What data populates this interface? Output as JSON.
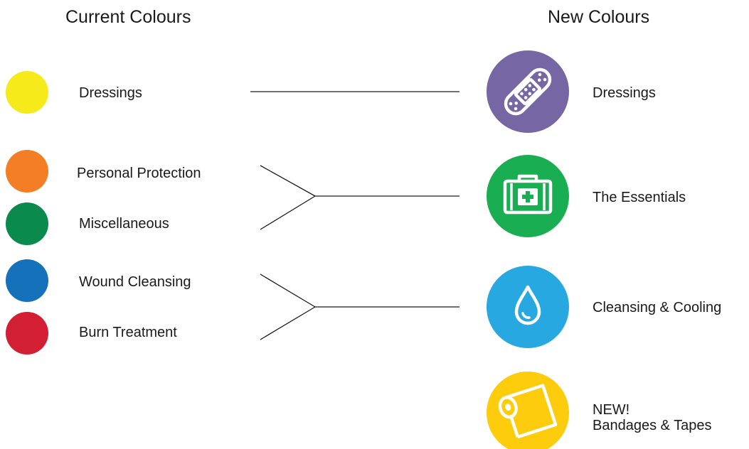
{
  "headings": {
    "current": "Current Colours",
    "new": "New Colours"
  },
  "current_categories": [
    {
      "label": "Dressings",
      "color": "#f7ea1a"
    },
    {
      "label": "Personal Protection",
      "color": "#f47e25"
    },
    {
      "label": "Miscellaneous",
      "color": "#0a8a4d"
    },
    {
      "label": "Wound Cleansing",
      "color": "#1572ba"
    },
    {
      "label": "Burn Treatment",
      "color": "#d21f33"
    }
  ],
  "new_categories": [
    {
      "label": "Dressings",
      "color": "#7667a4",
      "icon": "bandage-plaster-icon"
    },
    {
      "label": "The Essentials",
      "color": "#1aae52",
      "icon": "first-aid-kit-icon"
    },
    {
      "label": "Cleansing & Cooling",
      "color": "#27a8e0",
      "icon": "water-drop-icon"
    },
    {
      "label_line1": "NEW!",
      "label_line2": "Bandages & Tapes",
      "color": "#fdcc0d",
      "icon": "tape-roll-icon"
    }
  ]
}
